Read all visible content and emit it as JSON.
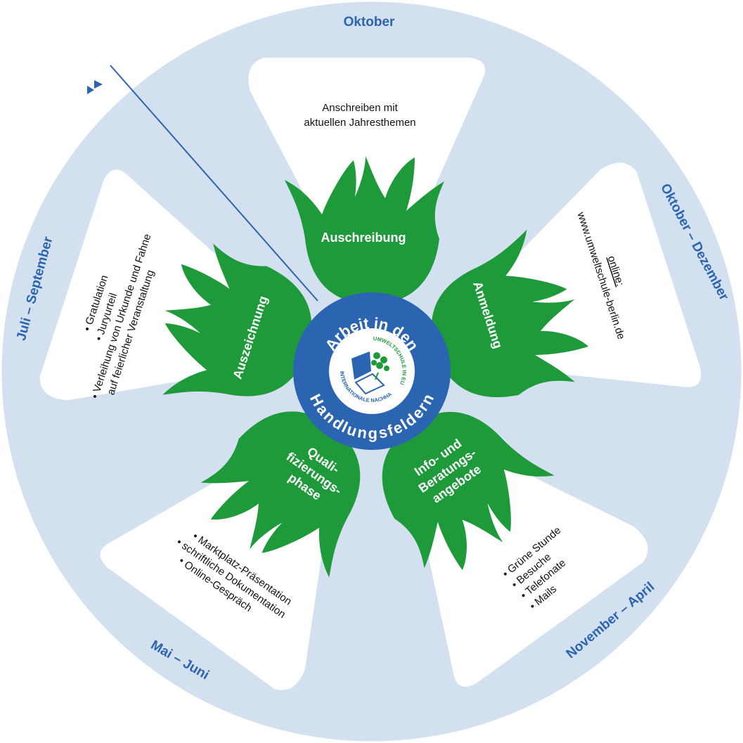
{
  "colors": {
    "ring": "#d2e0f0",
    "leaf": "#1f9a3a",
    "hub": "#2b64b0",
    "accent": "#2b64b0",
    "panel": "#ffffff",
    "text": "#111111"
  },
  "months": {
    "top": "Oktober",
    "right": "Oktober – Dezember",
    "bottom_right": "November – April",
    "bottom_left": "Mai – Juni",
    "left": "Juli – September"
  },
  "hub": {
    "line1": "Arbeit in den",
    "line2": "Handlungsfeldern",
    "logo_text_top": "UMWELTSCHULE IN EUROPA",
    "logo_text_left": "INTERNATIONALE NACHHALTIGKEITSSCHULE"
  },
  "phases": {
    "auschreibung": {
      "label": "Auschreibung"
    },
    "anmeldung": {
      "label": "Anmeldung"
    },
    "info": {
      "lines": [
        "Info- und",
        "Beratungs-",
        "angebote"
      ]
    },
    "quali": {
      "lines": [
        "Quali-",
        "fizierungs-",
        "phase"
      ]
    },
    "auszeichnung": {
      "label": "Auszeichnung"
    }
  },
  "panels": {
    "top": {
      "lines": [
        "Anschreiben mit",
        "aktuellen Jahresthemen"
      ]
    },
    "right": {
      "lines": [
        "online:",
        "www.umweltschule-berlin.de"
      ]
    },
    "bottom_right": {
      "bullets": [
        "Grüne Stunde",
        "Besuche",
        "Telefonate",
        "Mails"
      ]
    },
    "bottom_left": {
      "bullets": [
        "Marktplatz-Präsentation",
        "schriftliche Dokumentation",
        "Online-Gespräch"
      ]
    },
    "left": {
      "bullets": [
        "Gratulation",
        "Juryurteil",
        "Verleihung von Urkunde und Fahne",
        "auf feierlicher Veranstaltung"
      ]
    }
  },
  "icons": {
    "pointer": "double-chevron-icon"
  }
}
